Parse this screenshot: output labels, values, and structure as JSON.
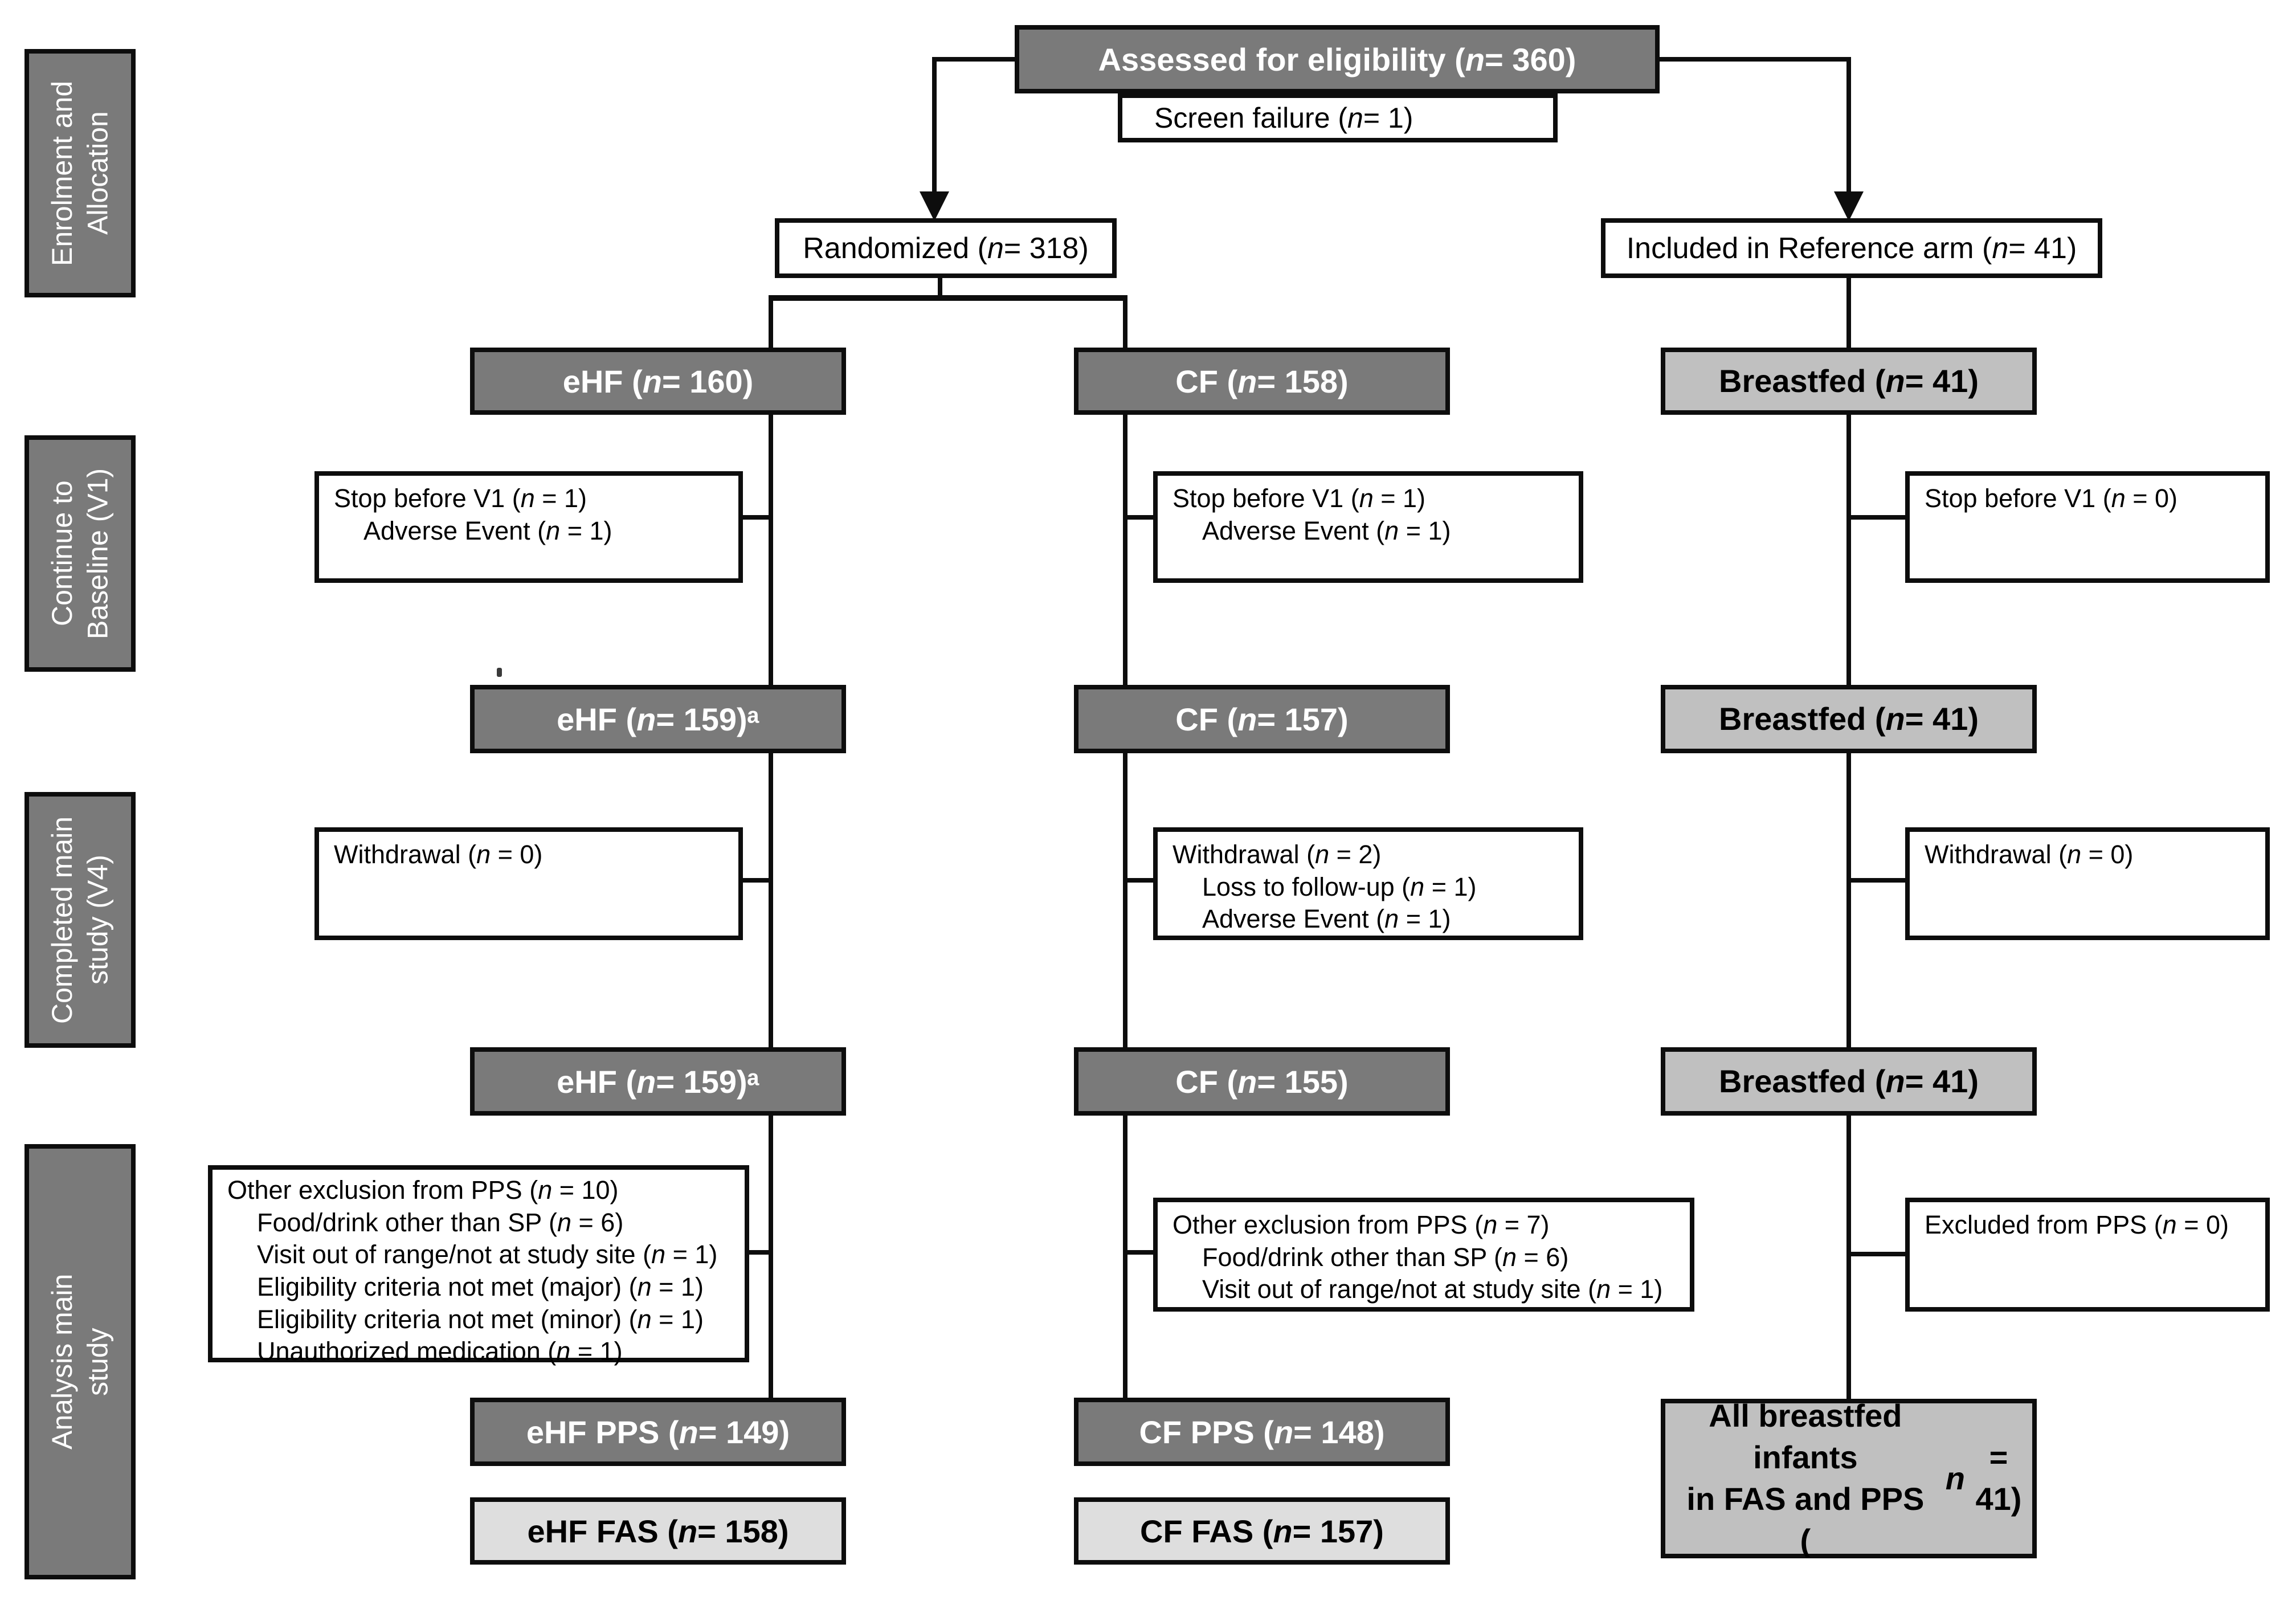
{
  "palette": {
    "dark": "#7a7a7a",
    "silver": "#c0c0c0",
    "fas": "#dedede",
    "border": "#0d0d0d"
  },
  "sidebar": {
    "sections": [
      {
        "label": "Enrolment and\nAllocation"
      },
      {
        "label": "Continue to\nBaseline (V1)"
      },
      {
        "label": "Completed main\nstudy (V4)"
      },
      {
        "label": "Analysis main\nstudy"
      }
    ]
  },
  "flow": {
    "assessed": {
      "label": "Assessed for eligibility (n = 360)"
    },
    "screen_failure": {
      "label": "Screen failure (n = 1)"
    },
    "randomized": {
      "label": "Randomized (n = 318)"
    },
    "reference": {
      "label": "Included in Reference arm (n = 41)"
    },
    "columns": {
      "ehf": {
        "alloc": "eHF (n = 160)",
        "stop": {
          "title": "Stop before V1 (n = 1)",
          "items": [
            "Adverse Event (n = 1)"
          ]
        },
        "baseline": "eHF (n = 159)ᵃ",
        "withdrawal": {
          "title": "Withdrawal (n = 0)",
          "items": []
        },
        "completed": "eHF (n = 159)ᵃ",
        "exclusion": {
          "title": "Other exclusion from PPS (n = 10)",
          "items": [
            "Food/drink other than SP (n = 6)",
            "Visit out of range/not at study site (n = 1)",
            "Eligibility criteria not met (major) (n = 1)",
            "Eligibility criteria not met (minor) (n = 1)",
            "Unauthorized medication (n = 1)"
          ]
        },
        "pps": "eHF PPS (n = 149)",
        "fas": "eHF FAS (n = 158)"
      },
      "cf": {
        "alloc": "CF (n = 158)",
        "stop": {
          "title": "Stop before V1 (n = 1)",
          "items": [
            "Adverse Event (n = 1)"
          ]
        },
        "baseline": "CF (n = 157)",
        "withdrawal": {
          "title": "Withdrawal (n = 2)",
          "items": [
            "Loss to follow-up (n = 1)",
            "Adverse Event (n = 1)"
          ]
        },
        "completed": "CF (n = 155)",
        "exclusion": {
          "title": "Other exclusion from PPS (n = 7)",
          "items": [
            "Food/drink other than SP (n = 6)",
            "Visit out of range/not at study site (n = 1)"
          ]
        },
        "pps": "CF PPS (n = 148)",
        "fas": "CF FAS (n = 157)"
      },
      "breastfed": {
        "alloc": "Breastfed (n = 41)",
        "stop": {
          "title": "Stop before V1 (n = 0)",
          "items": []
        },
        "baseline": "Breastfed (n = 41)",
        "withdrawal": {
          "title": "Withdrawal (n = 0)",
          "items": []
        },
        "completed": "Breastfed (n = 41)",
        "exclusion": {
          "title": "Excluded from PPS (n = 0)",
          "items": []
        },
        "final": "All breastfed infants\nin FAS and PPS\n(n = 41)"
      }
    },
    "footnote_marker": "a"
  }
}
